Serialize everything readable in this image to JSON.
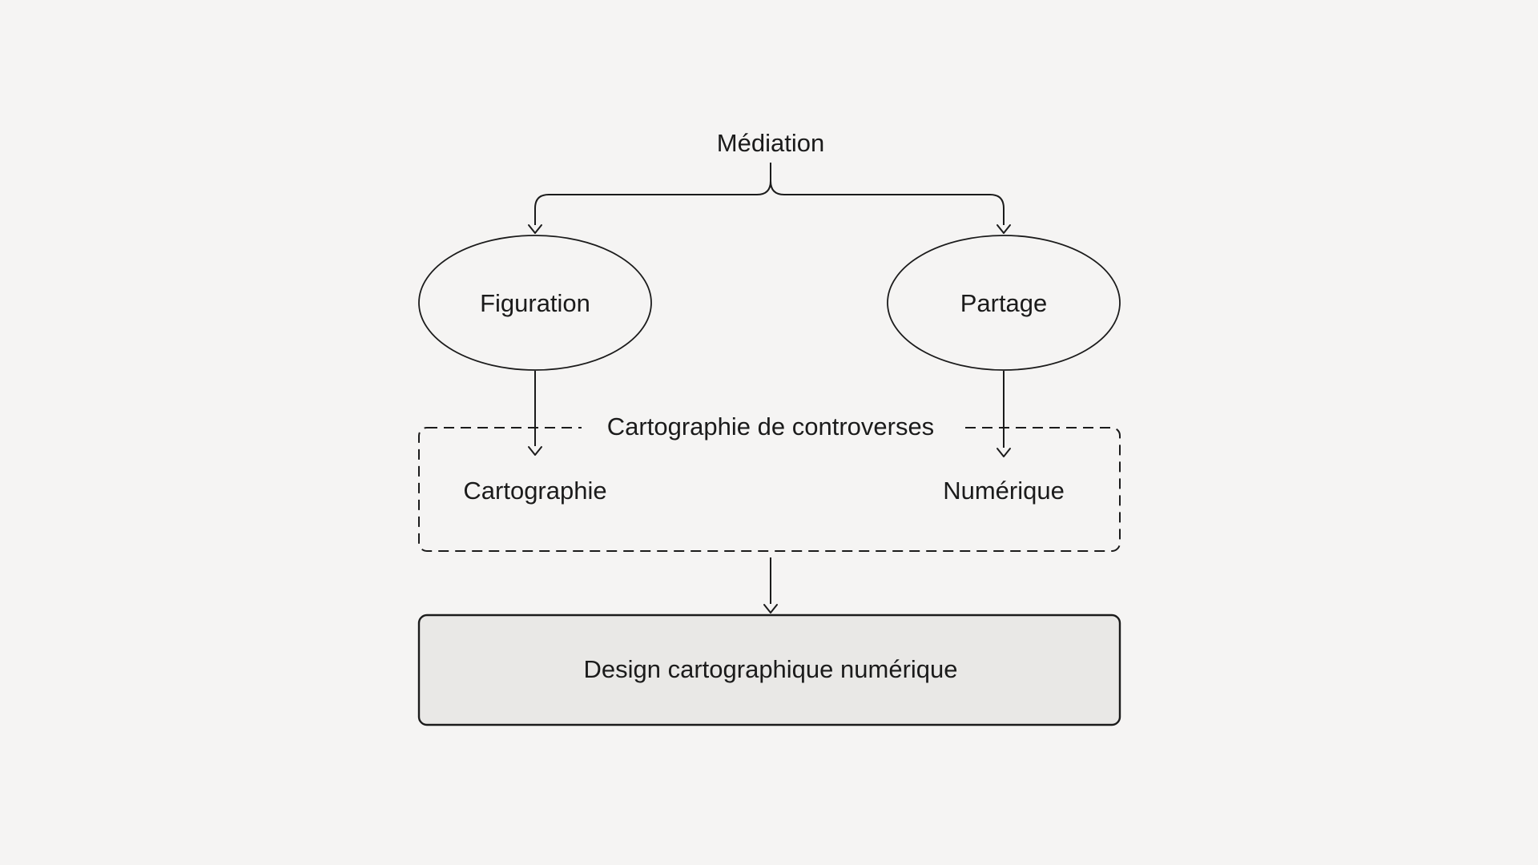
{
  "diagram": {
    "nodes": {
      "mediation": "Médiation",
      "figuration": "Figuration",
      "partage": "Partage",
      "group_label": "Cartographie de controverses",
      "cartographie": "Cartographie",
      "numerique": "Numérique",
      "design": "Design cartographique numérique"
    },
    "colors": {
      "background": "#f5f4f3",
      "line": "#1b1b1b",
      "result_box_fill": "#e9e8e6"
    }
  }
}
